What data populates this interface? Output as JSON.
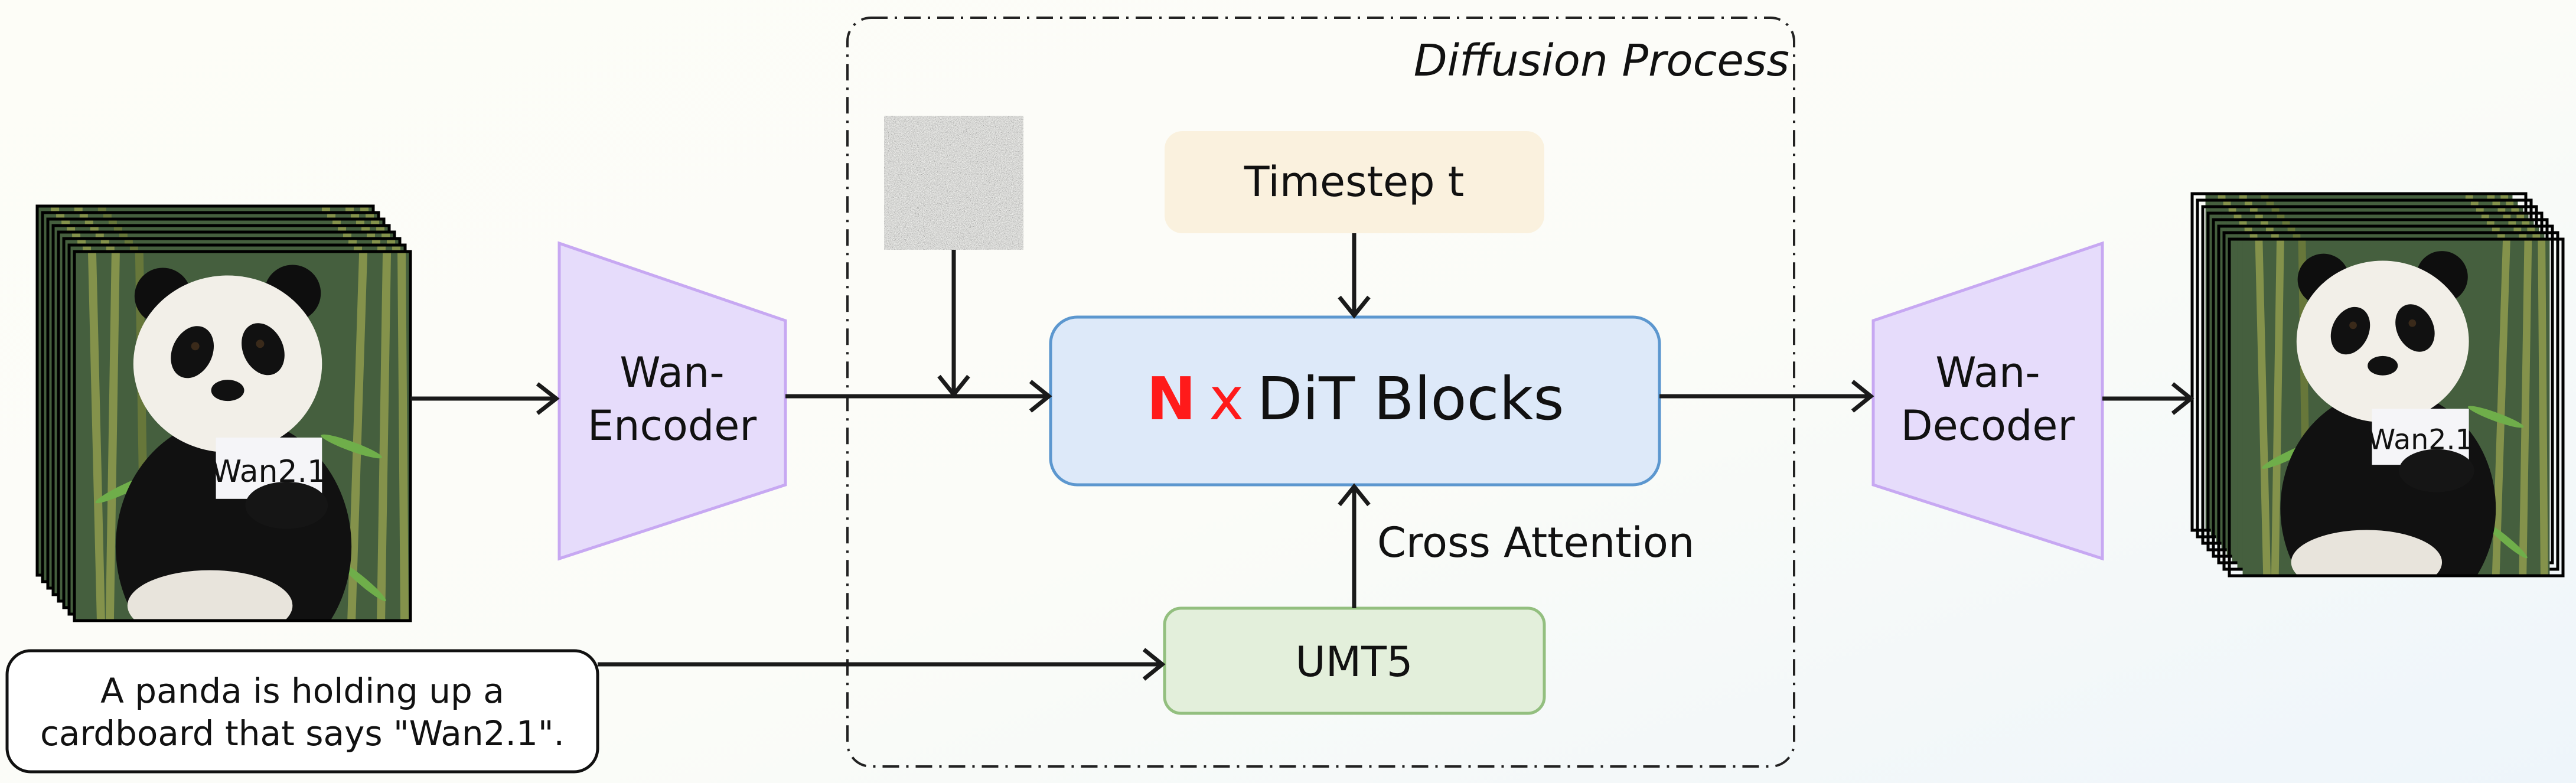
{
  "diffusion": {
    "label": "Diffusion Process"
  },
  "encoder": {
    "label_line1": "Wan-",
    "label_line2": "Encoder"
  },
  "decoder": {
    "label_line1": "Wan-",
    "label_line2": "Decoder"
  },
  "timestep": {
    "label": "Timestep t"
  },
  "dit": {
    "count": "N",
    "times": "x",
    "label": "DiT Blocks"
  },
  "cross_attention": {
    "label": "Cross Attention"
  },
  "umt5": {
    "label": "UMT5"
  },
  "prompt": {
    "line1": "A panda is holding up a",
    "line2": "cardboard that says \"Wan2.1\"."
  },
  "video_frames": {
    "sign_text": "Wan2.1"
  },
  "colors": {
    "encoder_fill": "#e6dcfb",
    "encoder_stroke": "#c7a8f2",
    "timestep_fill": "#faf1de",
    "dit_fill": "#dde9f9",
    "dit_stroke": "#5c97cf",
    "umt5_fill": "#e3efdb",
    "umt5_stroke": "#93bf7f",
    "accent_red": "#ff1a1a"
  },
  "icons": [
    "noise-image",
    "input-video-frames",
    "output-video-frames"
  ]
}
